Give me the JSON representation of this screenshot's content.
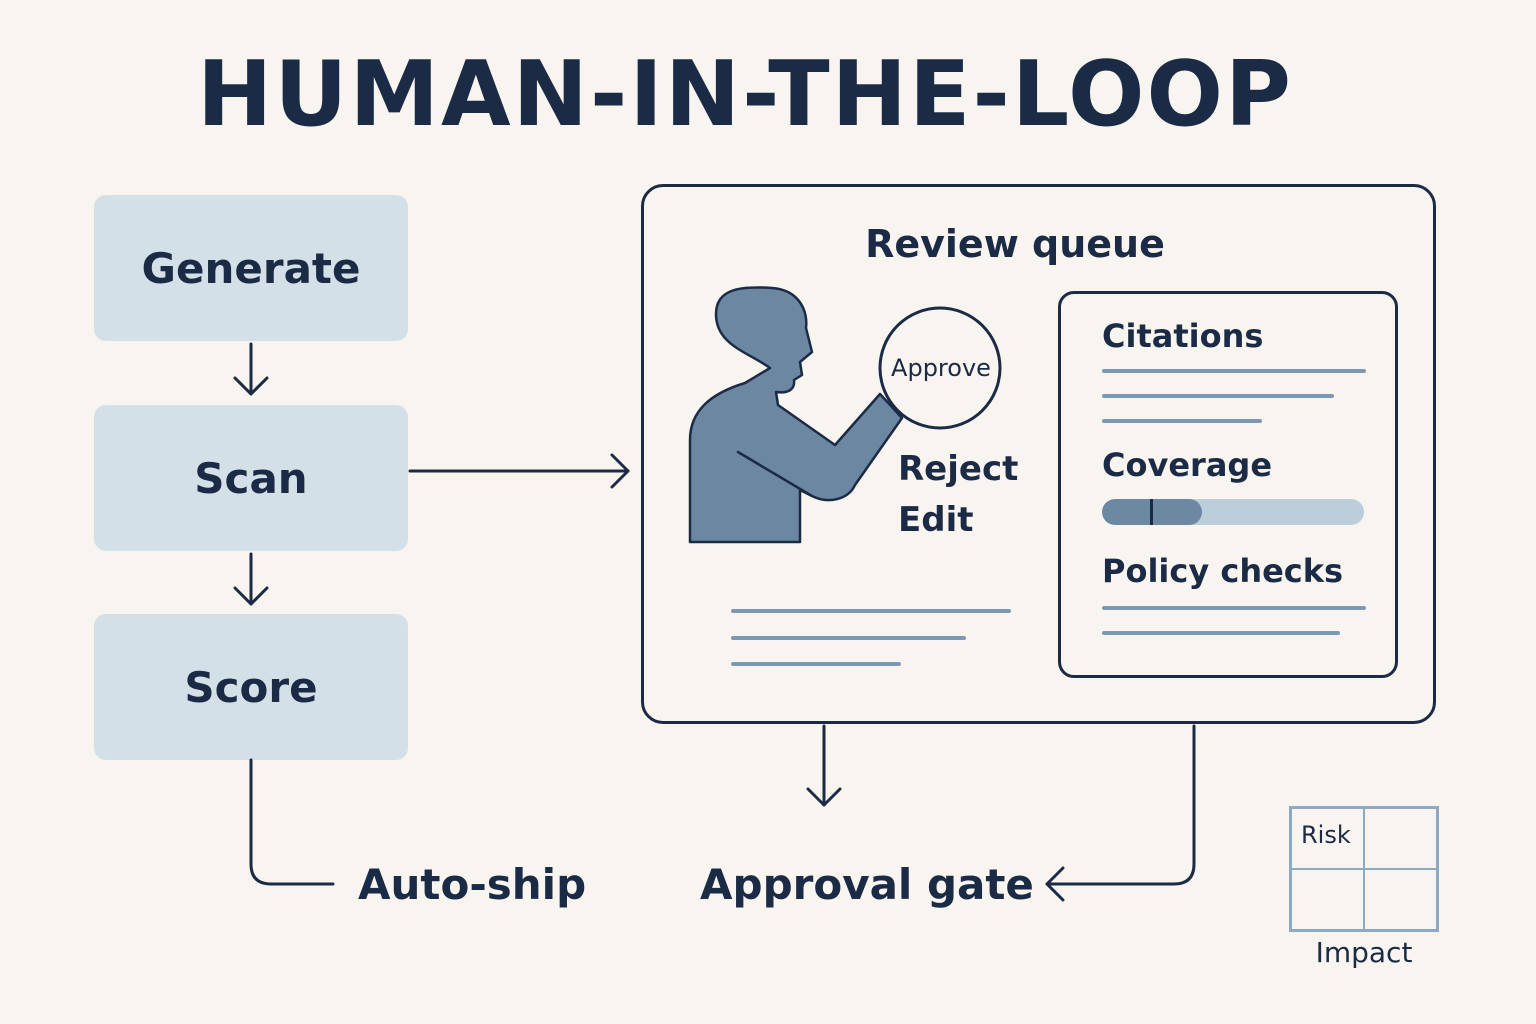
{
  "title": "HUMAN-IN-THE-LOOP",
  "pipeline": {
    "steps": [
      {
        "label": "Generate"
      },
      {
        "label": "Scan"
      },
      {
        "label": "Score"
      }
    ]
  },
  "review_queue": {
    "title": "Review queue",
    "approve_label": "Approve",
    "actions": {
      "reject": "Reject",
      "edit": "Edit"
    },
    "panel": {
      "citations": "Citations",
      "coverage": "Coverage",
      "coverage_level": 0.38,
      "policy_checks": "Policy checks"
    }
  },
  "outcomes": {
    "auto_ship": "Auto-ship",
    "approval_gate": "Approval gate"
  },
  "matrix": {
    "risk": "Risk",
    "impact": "Impact"
  },
  "colors": {
    "ink": "#1c2b45",
    "step_fill": "#d4e0e8",
    "figure": "#6b87a2",
    "line": "#7d98b2",
    "background": "#f8f4ef"
  }
}
